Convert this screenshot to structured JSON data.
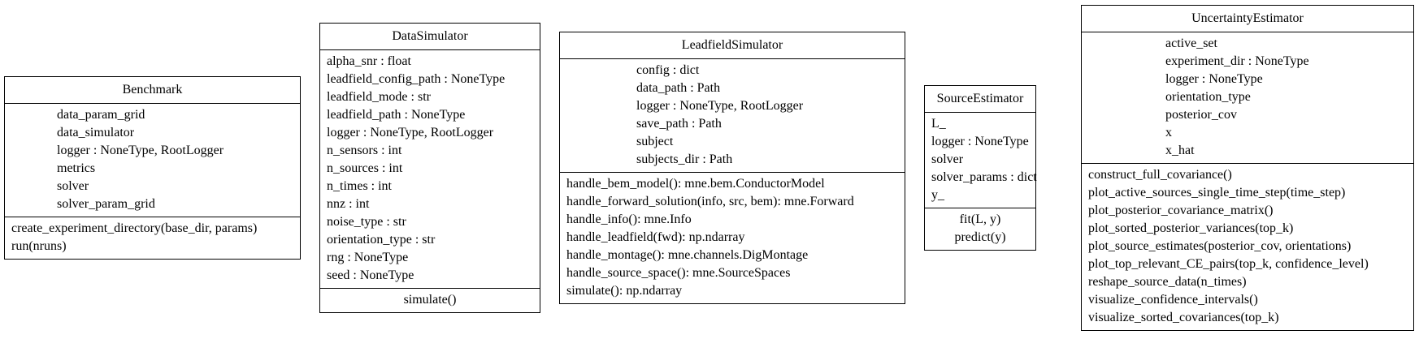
{
  "classes": {
    "benchmark": {
      "name": "Benchmark",
      "attributes": [
        "data_param_grid",
        "data_simulator",
        "logger : NoneType, RootLogger",
        "metrics",
        "solver",
        "solver_param_grid"
      ],
      "methods": [
        "create_experiment_directory(base_dir, params)",
        "run(nruns)"
      ]
    },
    "data_simulator": {
      "name": "DataSimulator",
      "attributes": [
        "alpha_snr : float",
        "leadfield_config_path : NoneType",
        "leadfield_mode : str",
        "leadfield_path : NoneType",
        "logger : NoneType, RootLogger",
        "n_sensors : int",
        "n_sources : int",
        "n_times : int",
        "nnz : int",
        "noise_type : str",
        "orientation_type : str",
        "rng : NoneType",
        "seed : NoneType"
      ],
      "methods": [
        "simulate()"
      ]
    },
    "leadfield_simulator": {
      "name": "LeadfieldSimulator",
      "attributes": [
        "config : dict",
        "data_path : Path",
        "logger : NoneType, RootLogger",
        "save_path : Path",
        "subject",
        "subjects_dir : Path"
      ],
      "methods": [
        "handle_bem_model(): mne.bem.ConductorModel",
        "handle_forward_solution(info, src, bem): mne.Forward",
        "handle_info(): mne.Info",
        "handle_leadfield(fwd): np.ndarray",
        "handle_montage(): mne.channels.DigMontage",
        "handle_source_space(): mne.SourceSpaces",
        "simulate(): np.ndarray"
      ]
    },
    "source_estimator": {
      "name": "SourceEstimator",
      "attributes": [
        "L_",
        "logger : NoneType",
        "solver",
        "solver_params : dict",
        "y_"
      ],
      "methods": [
        "fit(L, y)",
        "predict(y)"
      ]
    },
    "uncertainty_estimator": {
      "name": "UncertaintyEstimator",
      "attributes": [
        "active_set",
        "experiment_dir : NoneType",
        "logger : NoneType",
        "orientation_type",
        "posterior_cov",
        "x",
        "x_hat"
      ],
      "methods": [
        "construct_full_covariance()",
        "plot_active_sources_single_time_step(time_step)",
        "plot_posterior_covariance_matrix()",
        "plot_sorted_posterior_variances(top_k)",
        "plot_source_estimates(posterior_cov, orientations)",
        "plot_top_relevant_CE_pairs(top_k, confidence_level)",
        "reshape_source_data(n_times)",
        "visualize_confidence_intervals()",
        "visualize_sorted_covariances(top_k)"
      ]
    }
  }
}
